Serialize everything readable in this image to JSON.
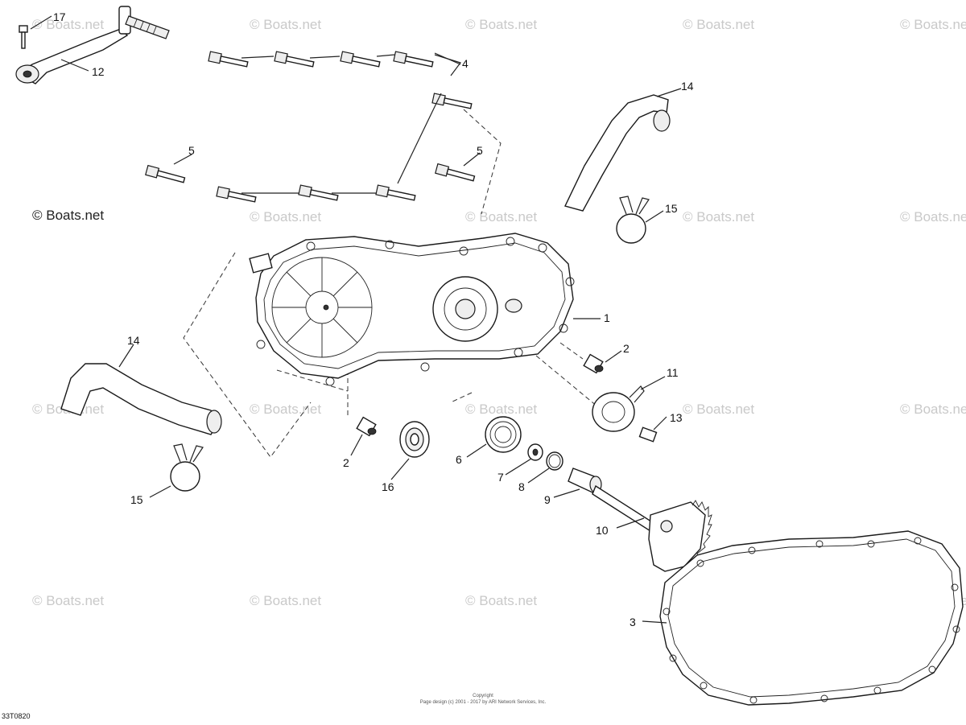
{
  "diagram": {
    "callouts": [
      {
        "id": "c17",
        "text": "17"
      },
      {
        "id": "c12",
        "text": "12"
      },
      {
        "id": "c4",
        "text": "4"
      },
      {
        "id": "c14a",
        "text": "14"
      },
      {
        "id": "c5a",
        "text": "5"
      },
      {
        "id": "c5b",
        "text": "5"
      },
      {
        "id": "c15a",
        "text": "15"
      },
      {
        "id": "c1",
        "text": "1"
      },
      {
        "id": "c2a",
        "text": "2"
      },
      {
        "id": "c11",
        "text": "11"
      },
      {
        "id": "c14b",
        "text": "14"
      },
      {
        "id": "c13",
        "text": "13"
      },
      {
        "id": "c6",
        "text": "6"
      },
      {
        "id": "c2b",
        "text": "2"
      },
      {
        "id": "c7",
        "text": "7"
      },
      {
        "id": "c8",
        "text": "8"
      },
      {
        "id": "c9",
        "text": "9"
      },
      {
        "id": "c16",
        "text": "16"
      },
      {
        "id": "c15b",
        "text": "15"
      },
      {
        "id": "c10",
        "text": "10"
      },
      {
        "id": "c3",
        "text": "3"
      }
    ],
    "watermark": "© Boats.net",
    "copyright_main": "© Boats.net",
    "footer_line1": "Copyright",
    "footer_line2": "Page design (c) 2001 - 2017 by ARI Network Services, Inc.",
    "diagram_code": "33T0820"
  }
}
